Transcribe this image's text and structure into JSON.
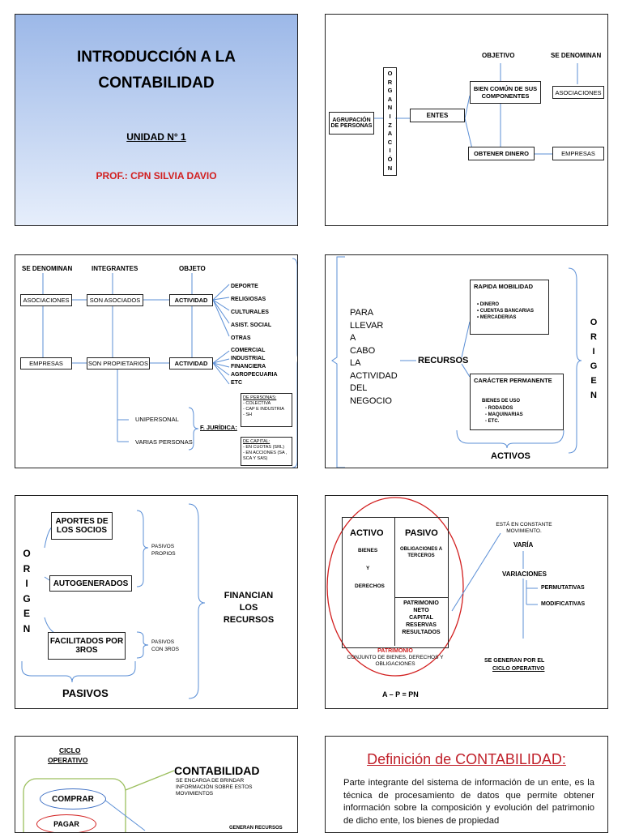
{
  "s1": {
    "title_line1": "INTRODUCCIÓN A LA",
    "title_line2": "CONTABILIDAD",
    "unit": "UNIDAD N° 1",
    "prof": "PROF.: CPN SILVIA DAVIO"
  },
  "s2": {
    "objetivo": "OBJETIVO",
    "se_denominan": "SE DENOMINAN",
    "agrupacion": "AGRUPACIÓN DE PERSONAS",
    "organizacion_letters": [
      "O",
      "R",
      "G",
      "A",
      "N",
      "I",
      "Z",
      "A",
      "C",
      "I",
      "Ó",
      "N"
    ],
    "entes": "ENTES",
    "bien_comun": "BIEN COMÚN DE SUS COMPONENTES",
    "asociaciones": "ASOCIACIONES",
    "obtener_dinero": "OBTENER DINERO",
    "empresas": "EMPRESAS"
  },
  "s3": {
    "h_se_denominan": "SE DENOMINAN",
    "h_integrantes": "INTEGRANTES",
    "h_objeto": "OBJETO",
    "asociaciones": "ASOCIACIONES",
    "son_asociados": "SON ASOCIADOS",
    "actividad1": "ACTIVIDAD",
    "acts1": [
      "DEPORTE",
      "RELIGIOSAS",
      "CULTURALES",
      "ASIST. SOCIAL",
      "OTRAS"
    ],
    "empresas": "EMPRESAS",
    "son_propietarios": "SON PROPIETARIOS",
    "actividad2": "ACTIVIDAD",
    "acts2": [
      "COMERCIAL",
      "INDUSTRIAL",
      "FINANCIERA",
      "AGROPECUARIA",
      "ETC"
    ],
    "unipersonal": "UNIPERSONAL",
    "varias": "VARIAS PERSONAS",
    "fjuridica": "F. JURÍDICA:",
    "de_personas": "DE PERSONAS:",
    "personas_items": [
      "- COLECTIVA",
      "- CAP E INDUSTRIA",
      "- SH"
    ],
    "de_capital": "DE CAPITAL:",
    "capital_items": [
      "- EN CUOTAS (SRL)",
      "- EN ACCIONES (SA ,",
      "SCA Y SAS)"
    ]
  },
  "s4": {
    "para_lines": [
      "PARA",
      "LLEVAR",
      "A",
      "CABO",
      "LA",
      "ACTIVIDAD",
      "DEL",
      "NEGOCIO"
    ],
    "recursos": "RECURSOS",
    "rapida": "RAPIDA MOBILIDAD",
    "rapida_items": [
      "DINERO",
      "CUENTAS BANCARIAS",
      "MERCADERIAS"
    ],
    "caracter": "CARÁCTER PERMANENTE",
    "bienes_uso": "BIENES DE USO",
    "bienes_items": [
      "- RODADOS",
      "- MAQUINARIAS",
      "- ETC."
    ],
    "origen_letters": [
      "O",
      "R",
      "I",
      "G",
      "E",
      "N"
    ],
    "activos": "ACTIVOS"
  },
  "s5": {
    "origen_letters": [
      "O",
      "R",
      "I",
      "G",
      "E",
      "N"
    ],
    "aportes": "APORTES DE LOS SOCIOS",
    "autogenerados": "AUTOGENERADOS",
    "facilitados": "FACILITADOS POR 3ROS",
    "pasivos_propios": "PASIVOS PROPIOS",
    "pasivos_3ros": "PASIVOS CON 3ROS",
    "financian": "FINANCIAN LOS RECURSOS",
    "pasivos": "PASIVOS"
  },
  "s6": {
    "activo": "ACTIVO",
    "bienes": "BIENES",
    "y": "Y",
    "derechos": "DERECHOS",
    "pasivo": "PASIVO",
    "obligaciones": "OBLIGACIONES A TERCEROS",
    "pn_lines": [
      "PATRIMONIO",
      "NETO",
      "CAPITAL",
      "RESERVAS",
      "RESULTADOS"
    ],
    "patrimonio": "PATRIMONIO",
    "conjunto": "CONJUNTO DE BIENES, DERECHOS Y OBLIGACIONES",
    "ecuacion": "A – P = PN",
    "esta": "ESTÁ EN CONSTANTE MOVIMIENTO.",
    "varia": "VARÍA",
    "variaciones": "VARIACIONES",
    "permutativas": "PERMUTATIVAS",
    "modificativas": "MODIFICATIVAS",
    "se_generan": "SE GENERAN POR EL",
    "ciclo": "CICLO OPERATIVO"
  },
  "s7": {
    "ciclo1": "CICLO",
    "ciclo2": "OPERATIVO",
    "contabilidad": "CONTABILIDAD",
    "desc": [
      "SE ENCARGA DE BRINDAR",
      "INFORMACIÓN SOBRE ESTOS",
      "MOVIMIENTOS"
    ],
    "comprar": "COMPRAR",
    "pagar": "PAGAR",
    "generan": "GENERAN RECURSOS"
  },
  "s8": {
    "title": "Definición de CONTABILIDAD:",
    "body": "Parte integrante del sistema de información de un ente, es la técnica de procesamiento de datos que permite obtener información sobre la composición y evolución del patrimonio de dicho ente, los bienes de propiedad"
  },
  "colors": {
    "title_bg": "#a9c3ec",
    "red": "#d21f1f",
    "blue": "#5b8fd6",
    "green": "#9cbf5e"
  }
}
